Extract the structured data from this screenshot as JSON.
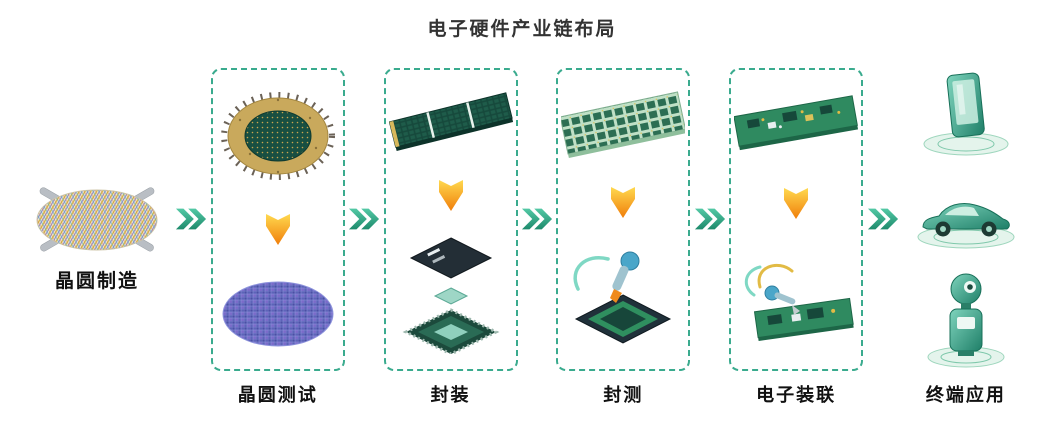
{
  "title": "电子硬件产业链布局",
  "colors": {
    "accent_teal": "#2aa387",
    "arrow_orange": "#f0820c",
    "box_border_dashed": "#3aab8e",
    "label_text": "#111111",
    "title_text": "#333333"
  },
  "stages": [
    {
      "label": "晶圆制造",
      "boxed": false,
      "icons": [
        "silicon-wafer-icon"
      ]
    },
    {
      "label": "晶圆测试",
      "boxed": true,
      "icons": [
        "probe-card-wafer-icon",
        "down-arrow-icon",
        "tested-wafer-icon"
      ]
    },
    {
      "label": "封装",
      "boxed": true,
      "icons": [
        "substrate-strip-icon",
        "down-arrow-icon",
        "chip-package-stack-icon"
      ]
    },
    {
      "label": "封测",
      "boxed": true,
      "icons": [
        "pcb-panel-icon",
        "down-arrow-icon",
        "chip-dispense-test-icon"
      ]
    },
    {
      "label": "电子装联",
      "boxed": true,
      "icons": [
        "pcb-board-icon",
        "down-arrow-icon",
        "pcb-assembly-icon"
      ]
    },
    {
      "label": "终端应用",
      "boxed": false,
      "icons": [
        "smartphone-kiosk-icon",
        "car-icon",
        "smart-robot-icon"
      ]
    }
  ],
  "flow_connector": "double-chevron-right-icon"
}
